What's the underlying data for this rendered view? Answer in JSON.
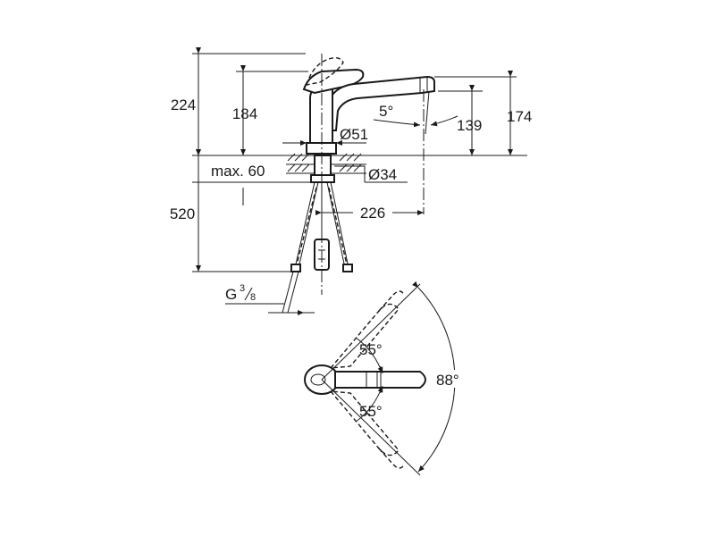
{
  "side_view": {
    "dim_224": "224",
    "dim_184": "184",
    "dim_5deg": "5°",
    "dim_139": "139",
    "dim_174": "174",
    "dim_d51": "Ø51",
    "dim_max60": "max. 60",
    "dim_d34": "Ø34",
    "dim_520": "520",
    "dim_226": "226",
    "thread_g": "G",
    "thread_num": "3",
    "thread_den": "8"
  },
  "top_view": {
    "angle_upper": "55°",
    "angle_lower": "55°",
    "angle_total": "88°"
  }
}
